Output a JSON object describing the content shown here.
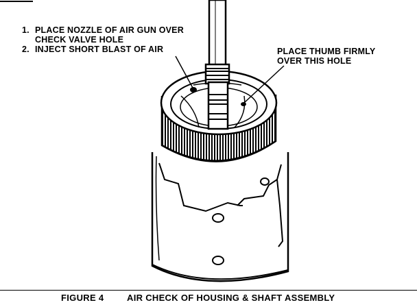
{
  "callouts": {
    "left": {
      "items": [
        {
          "number": "1.",
          "lines": [
            "PLACE NOZZLE OF AIR GUN OVER",
            "CHECK VALVE HOLE"
          ]
        },
        {
          "number": "2.",
          "lines": [
            "INJECT SHORT BLAST OF AIR"
          ]
        }
      ]
    },
    "right": {
      "lines": [
        "PLACE THUMB FIRMLY",
        "OVER THIS HOLE"
      ]
    }
  },
  "caption": {
    "label": "FIGURE 4",
    "title": "AIR CHECK OF HOUSING & SHAFT ASSEMBLY"
  },
  "colors": {
    "ink": "#000000",
    "paper": "#ffffff"
  }
}
